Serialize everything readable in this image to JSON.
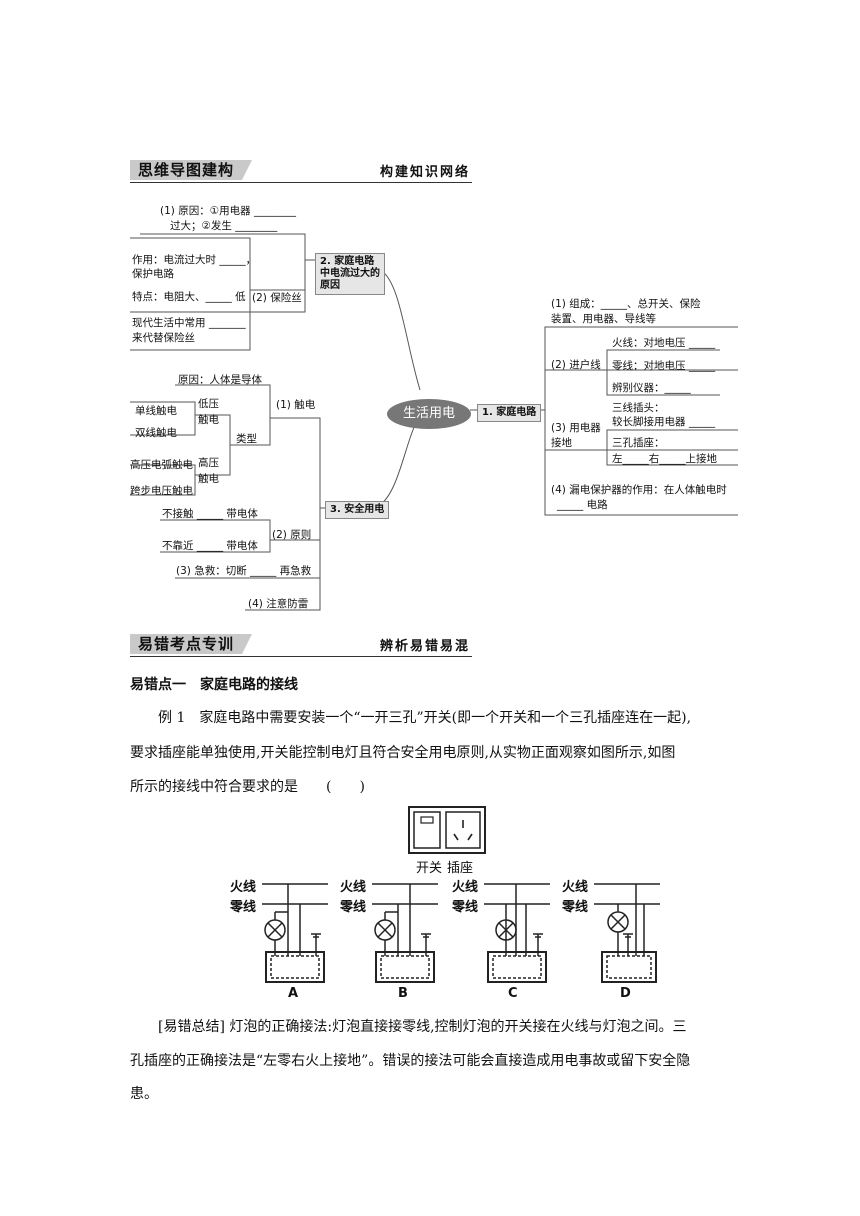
{
  "banner1": {
    "left": "思维导图建构",
    "right": "构建知识网络"
  },
  "banner2": {
    "left": "易错考点专训",
    "right": "辨析易错易混"
  },
  "mindmap": {
    "center": "生活用电",
    "b1": "1. 家庭电路",
    "b2": "2. 家庭电路中电流过大的原因",
    "b3": "3. 安全用电",
    "b1_1a": "(1) 组成：_____、总开关、保险",
    "b1_1b": "装置、用电器、导线等",
    "b1_2": "(2) 进户线",
    "b1_2a": "火线：对地电压 _____",
    "b1_2b": "零线：对地电压 _____",
    "b1_2c": "辨别仪器：_____",
    "b1_3a": "(3) 用电器",
    "b1_3b": "接地",
    "b1_3c": "三线插头：",
    "b1_3d": "较长脚接用电器 _____",
    "b1_3e": "三孔插座：",
    "b1_3f": "左_____右_____上接地",
    "b1_4a": "(4) 漏电保护器的作用：在人体触电时",
    "b1_4b": "_____ 电路",
    "b2_1a": "(1) 原因：①用电器 ________",
    "b2_1b": "过大；②发生 ________",
    "b2_2": "(2) 保险丝",
    "b2_2a": "作用：电流过大时 _____，",
    "b2_2b": "保护电路",
    "b2_2c": "特点：电阻大、_____ 低",
    "b2_2d": "现代生活中常用 _______",
    "b2_2e": "来代替保险丝",
    "b3_1": "(1) 触电",
    "b3_1a": "原因：人体是导体",
    "b3_type": "类型",
    "b3_low1": "低压",
    "b3_low2": "触电",
    "b3_single": "单线触电",
    "b3_double": "双线触电",
    "b3_high1": "高压",
    "b3_high2": "触电",
    "b3_arc": "高压电弧触电",
    "b3_step": "跨步电压触电",
    "b3_2": "(2) 原则",
    "b3_2a": "不接触 _____ 带电体",
    "b3_2b": "不靠近 _____ 带电体",
    "b3_3": "(3) 急救：切断 _____ 再急救",
    "b3_4": "(4) 注意防雷"
  },
  "section": {
    "heading": "易错点一　家庭电路的接线",
    "example_line1": "例 1　家庭电路中需要安装一个“一开三孔”开关(即一个开关和一个三孔插座连在一起),",
    "example_line2": "要求插座能单独使用,开关能控制电灯且符合安全用电原则,从实物正面观察如图所示,如图",
    "example_line3": "所示的接线中符合要求的是　　(　　)",
    "summary_line1": "[易错总结] 灯泡的正确接法:灯泡直接接零线,控制灯泡的开关接在火线与灯泡之间。三",
    "summary_line2": "孔插座的正确接法是“左零右火上接地”。错误的接法可能会直接造成用电事故或留下安全隐",
    "summary_line3": "患。"
  },
  "figure": {
    "switch_label": "开关",
    "socket_label": "插座",
    "live": "火线",
    "neutral": "零线",
    "options": [
      "A",
      "B",
      "C",
      "D"
    ]
  }
}
